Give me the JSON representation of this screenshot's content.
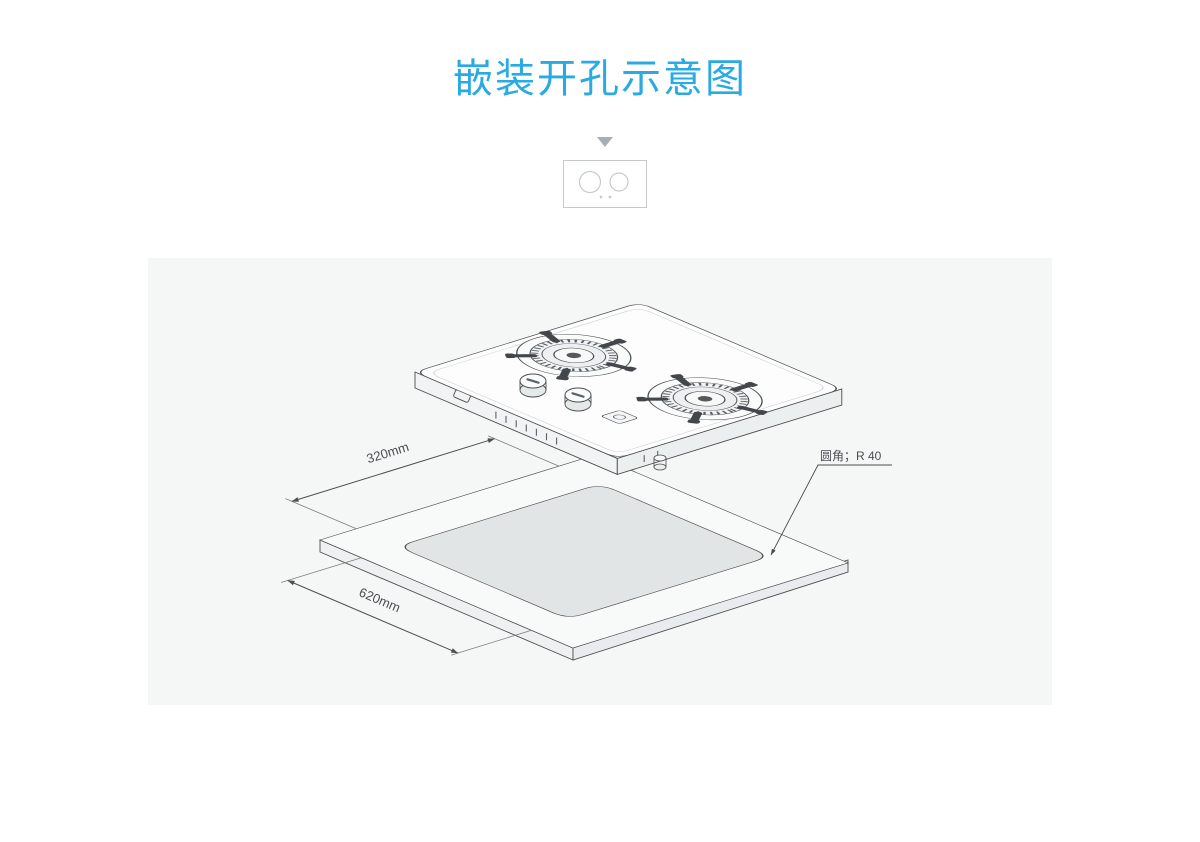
{
  "page": {
    "title": "嵌装开孔示意图"
  },
  "diagram": {
    "dim_depth_label": "320mm",
    "dim_width_label": "620mm",
    "corner_note": "圆角；R 40",
    "cutout_width_mm": 620,
    "cutout_depth_mm": 320,
    "corner_radius_mm": 40
  },
  "colors": {
    "accent_blue": "#29aae2",
    "line": "#4d4d4d",
    "panel_bg": "#f5f6f6"
  }
}
